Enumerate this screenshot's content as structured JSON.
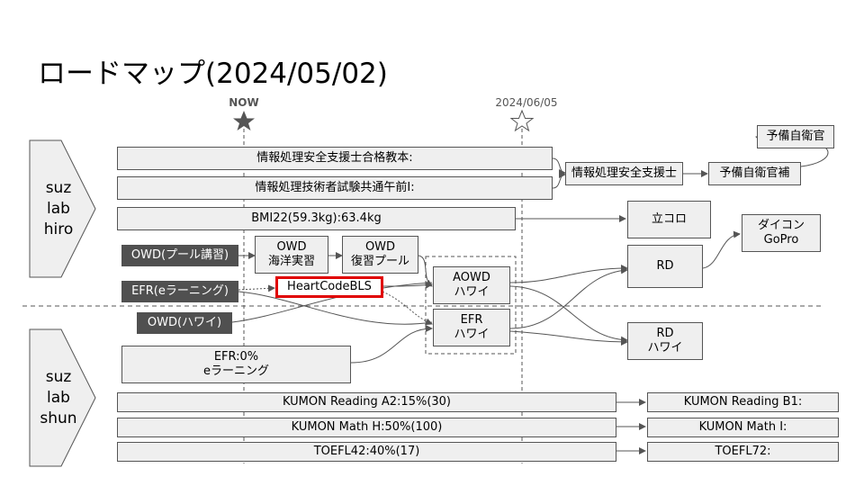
{
  "title": "ロードマップ(2024/05/02)",
  "markers": {
    "now_label": "NOW",
    "target_label": "2024/06/05"
  },
  "people": {
    "hiro": "suz\nlab\nhiro",
    "shun": "suz\nlab\nshun"
  },
  "boxes": {
    "johoshori_kyouhon": "情報処理安全支援士合格教本:",
    "johoshori_shiken": "情報処理技術者試験共通午前I:",
    "bmi": "BMI22(59.3kg):63.4kg",
    "owd_pool": "OWD(プール講習)",
    "owd_kaiyo": "OWD\n海洋実習",
    "owd_fukushu": "OWD\n復習プール",
    "efr_elearning": "EFR(eラーニング)",
    "heartcode": "HeartCodeBLS",
    "aowd_hawaii": "AOWD\nハワイ",
    "efr_hawaii": "EFR\nハワイ",
    "owd_hawaii": "OWD(ハワイ)",
    "efr_progress": "EFR:0%\neラーニング",
    "joho_shienshi": "情報処理安全支援士",
    "yobi_ho": "予備自衛官補",
    "yobi": "予備自衛官",
    "tatekoro": "立コロ",
    "daikon": "ダイコン\nGoPro",
    "rd": "RD",
    "rd_hawaii": "RD\nハワイ",
    "kumon_reading_a2": "KUMON Reading A2:15%(30)",
    "kumon_math_h": "KUMON Math H:50%(100)",
    "toefl42": "TOEFL42:40%(17)",
    "kumon_reading_b1": "KUMON Reading B1:",
    "kumon_math_i": "KUMON Math I:",
    "toefl72": "TOEFL72:"
  },
  "colors": {
    "box_fill": "#efefef",
    "box_border": "#555555",
    "dark_fill": "#505050",
    "highlight_border": "#e00000",
    "marker": "#555555"
  }
}
